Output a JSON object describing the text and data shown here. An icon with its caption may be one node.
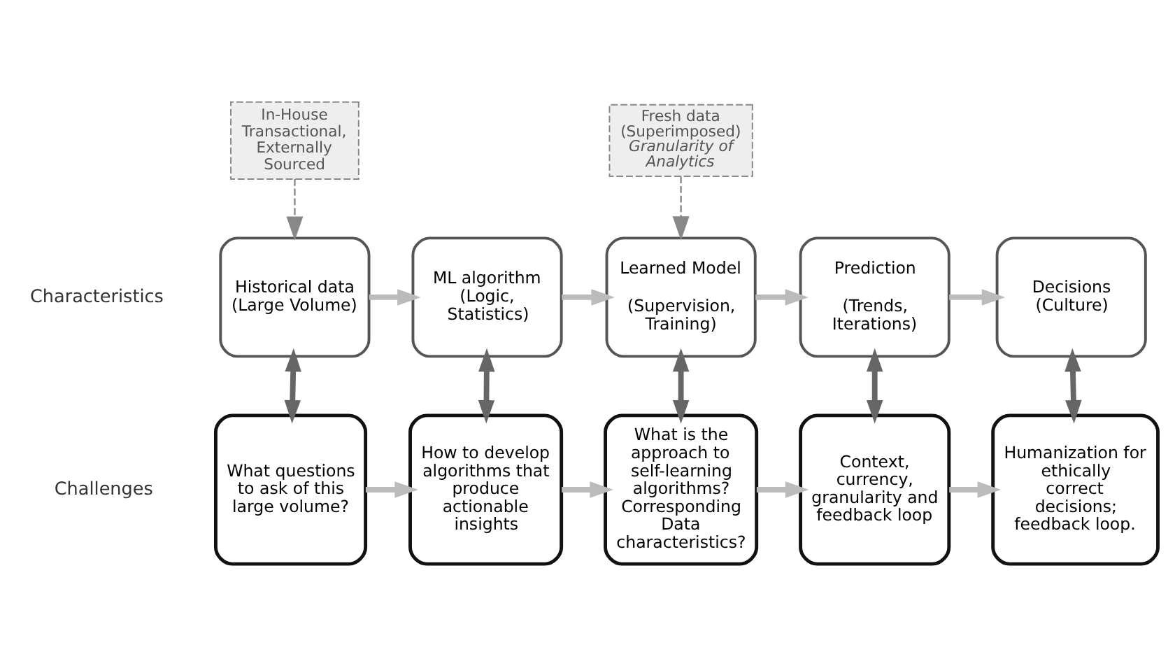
{
  "diagram": {
    "nodes": [
      {
        "text": [
          "In-House Transactional, Externally Sourced"
        ]
      },
      {
        "text": [
          "Fresh data (Superimposed)",
          "Granularity of Analytics"
        ]
      },
      {
        "text": [
          "Historical data (Large Volume)"
        ]
      },
      {
        "text": [
          "ML algorithm (Logic, Statistics)"
        ]
      },
      {
        "text": [
          "Learned Model",
          "(Supervision, Training)"
        ]
      },
      {
        "text": [
          "Prediction",
          "(Trends, Iterations)"
        ]
      },
      {
        "text": [
          "Decisions (Culture)"
        ]
      },
      {
        "text": [
          "What questions to ask of this large volume?"
        ]
      },
      {
        "text": [
          "How to develop algorithms that produce actionable insights"
        ]
      },
      {
        "text": [
          "What is the approach to self-learning algorithms? Corresponding Data characteristics?"
        ]
      },
      {
        "text": [
          "Context, currency, granularity and feedback loop"
        ]
      },
      {
        "text": [
          "Humanization for ethically correct decisions; feedback loop."
        ]
      }
    ],
    "edges": [
      {
        "from": 0,
        "to": 2,
        "arrow": "to",
        "style": "dashed"
      },
      {
        "from": 1,
        "to": 4,
        "arrow": "to",
        "style": "dashed"
      },
      {
        "from": 2,
        "to": 3,
        "arrow": "to"
      },
      {
        "from": 3,
        "to": 4,
        "arrow": "to"
      },
      {
        "from": 4,
        "to": 5,
        "arrow": "to"
      },
      {
        "from": 5,
        "to": 6,
        "arrow": "to"
      },
      {
        "from": 2,
        "to": 7,
        "arrow": "both",
        "color": "#666666"
      },
      {
        "from": 3,
        "to": 8,
        "arrow": "both",
        "color": "#666666"
      },
      {
        "from": 4,
        "to": 9,
        "arrow": "both",
        "color": "#666666"
      },
      {
        "from": 5,
        "to": 10,
        "arrow": "both",
        "color": "#666666"
      },
      {
        "from": 6,
        "to": 11,
        "arrow": "both",
        "color": "#666666"
      },
      {
        "from": 7,
        "to": 8,
        "arrow": "to"
      },
      {
        "from": 8,
        "to": 9,
        "arrow": "to"
      },
      {
        "from": 9,
        "to": 10,
        "arrow": "to"
      },
      {
        "from": 10,
        "to": 11,
        "arrow": "to"
      }
    ],
    "labels": [
      "Characteristics",
      "Challenges"
    ]
  }
}
